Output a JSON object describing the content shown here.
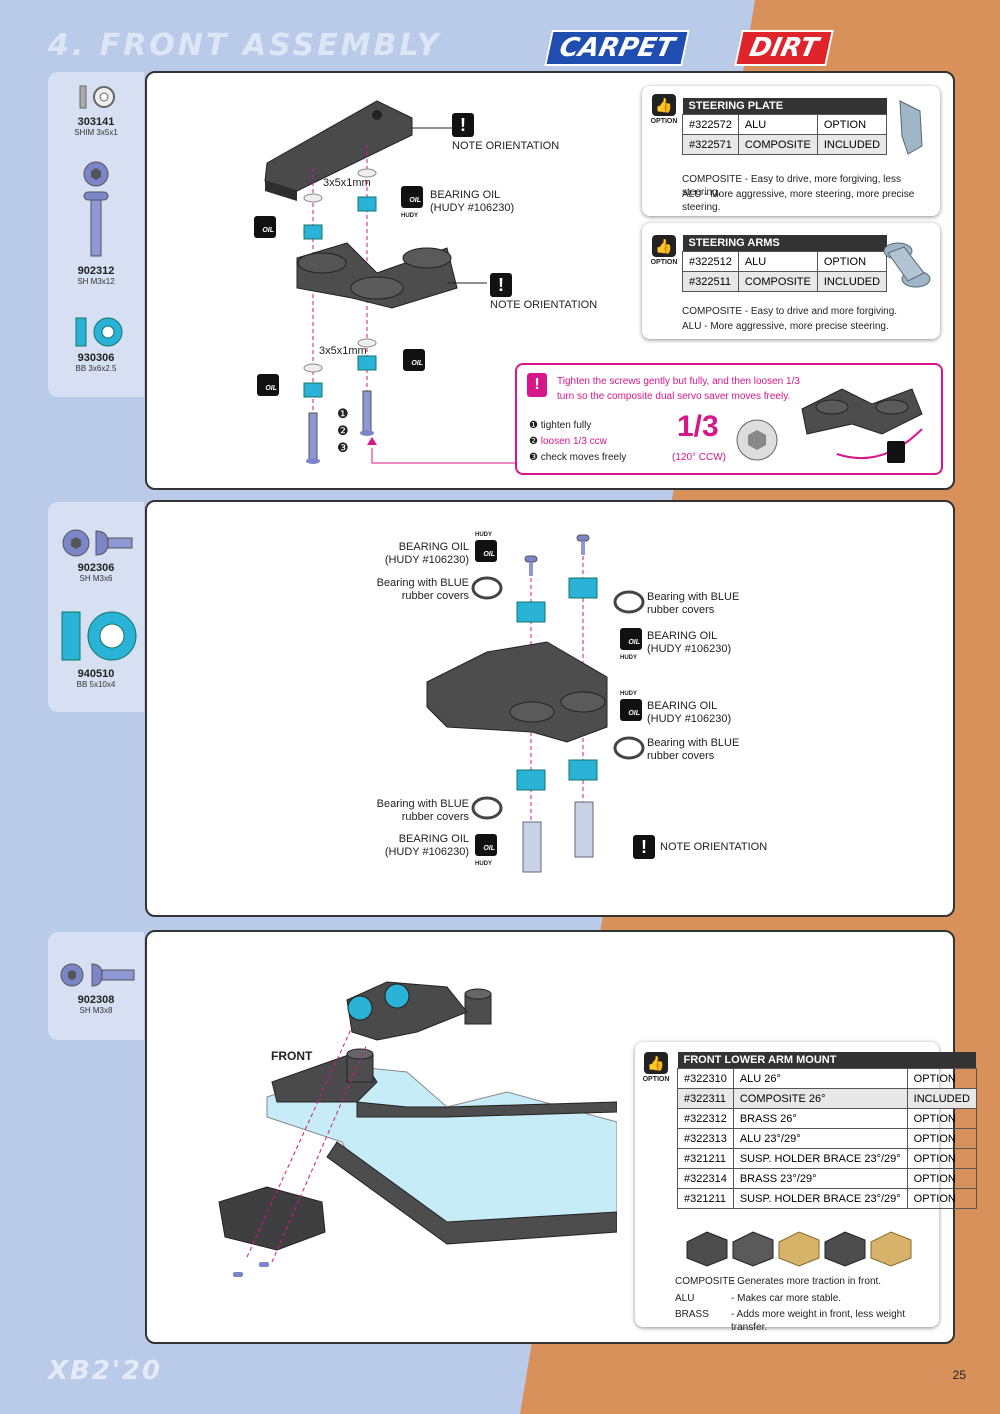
{
  "header": {
    "title": "4. FRONT ASSEMBLY",
    "badge_carpet": "CARPET",
    "badge_dirt": "DIRT"
  },
  "footer": {
    "model": "XB2'20",
    "page": "25"
  },
  "sidebar1": [
    {
      "code": "303141",
      "desc": "SHIM 3x5x1"
    },
    {
      "code": "902312",
      "desc": "SH M3x12"
    },
    {
      "code": "930306",
      "desc": "BB 3x6x2.5"
    }
  ],
  "sidebar2": [
    {
      "code": "902306",
      "desc": "SH M3x6"
    },
    {
      "code": "940510",
      "desc": "BB 5x10x4"
    }
  ],
  "sidebar3": [
    {
      "code": "902308",
      "desc": "SH M3x8"
    }
  ],
  "step1": {
    "note_orientation": "NOTE ORIENTATION",
    "shim_label": "3x5x1mm",
    "bearing_oil": "BEARING OIL",
    "bearing_oil_ref": "(HUDY #106230)",
    "oil": "OIL",
    "hudy": "HUDY",
    "num1": "❶",
    "num2": "❷",
    "num3": "❸"
  },
  "steering_plate": {
    "option": "OPTION",
    "title": "STEERING PLATE",
    "rows": [
      [
        "#322572",
        "ALU",
        "OPTION"
      ],
      [
        "#322571",
        "COMPOSITE",
        "INCLUDED"
      ]
    ],
    "note1": "COMPOSITE - Easy to drive, more forgiving, less steering.",
    "note2": "ALU - More aggressive, more steering, more precise steering."
  },
  "steering_arms": {
    "option": "OPTION",
    "title": "STEERING ARMS",
    "rows": [
      [
        "#322512",
        "ALU",
        "OPTION"
      ],
      [
        "#322511",
        "COMPOSITE",
        "INCLUDED"
      ]
    ],
    "note1": "COMPOSITE - Easy to drive and more forgiving.",
    "note2": "ALU - More aggressive, more precise steering."
  },
  "tighten": {
    "text1": "Tighten the screws gently but fully, and then loosen 1/3",
    "text2": "turn so the composite dual servo saver moves freely.",
    "step1": "tighten fully",
    "step2": "loosen 1/3 ccw",
    "step3": "check moves freely",
    "fraction": "1/3",
    "degrees": "(120° CCW)"
  },
  "step2": {
    "bearing_oil": "BEARING OIL",
    "bearing_oil_ref": "(HUDY #106230)",
    "bearing_blue": "Bearing with BLUE",
    "rubber_covers": "rubber covers",
    "note_orientation": "NOTE ORIENTATION",
    "oil": "OIL",
    "hudy": "HUDY"
  },
  "step3": {
    "front": "FRONT"
  },
  "lower_arm_mount": {
    "option": "OPTION",
    "title": "FRONT LOWER ARM MOUNT",
    "rows": [
      [
        "#322310",
        "ALU 26°",
        "OPTION"
      ],
      [
        "#322311",
        "COMPOSITE 26°",
        "INCLUDED"
      ],
      [
        "#322312",
        "BRASS 26°",
        "OPTION"
      ],
      [
        "#322313",
        "ALU 23°/29°",
        "OPTION"
      ],
      [
        "#321211",
        "SUSP. HOLDER BRACE 23°/29°",
        "OPTION"
      ],
      [
        "#322314",
        "BRASS 23°/29°",
        "OPTION"
      ],
      [
        "#321211",
        "SUSP. HOLDER BRACE 23°/29°",
        "OPTION"
      ]
    ],
    "legend": [
      [
        "COMPOSITE",
        "- Generates more traction in front."
      ],
      [
        "ALU",
        "- Makes car more stable."
      ],
      [
        "BRASS",
        "- Adds more weight in front, less weight transfer."
      ]
    ]
  }
}
